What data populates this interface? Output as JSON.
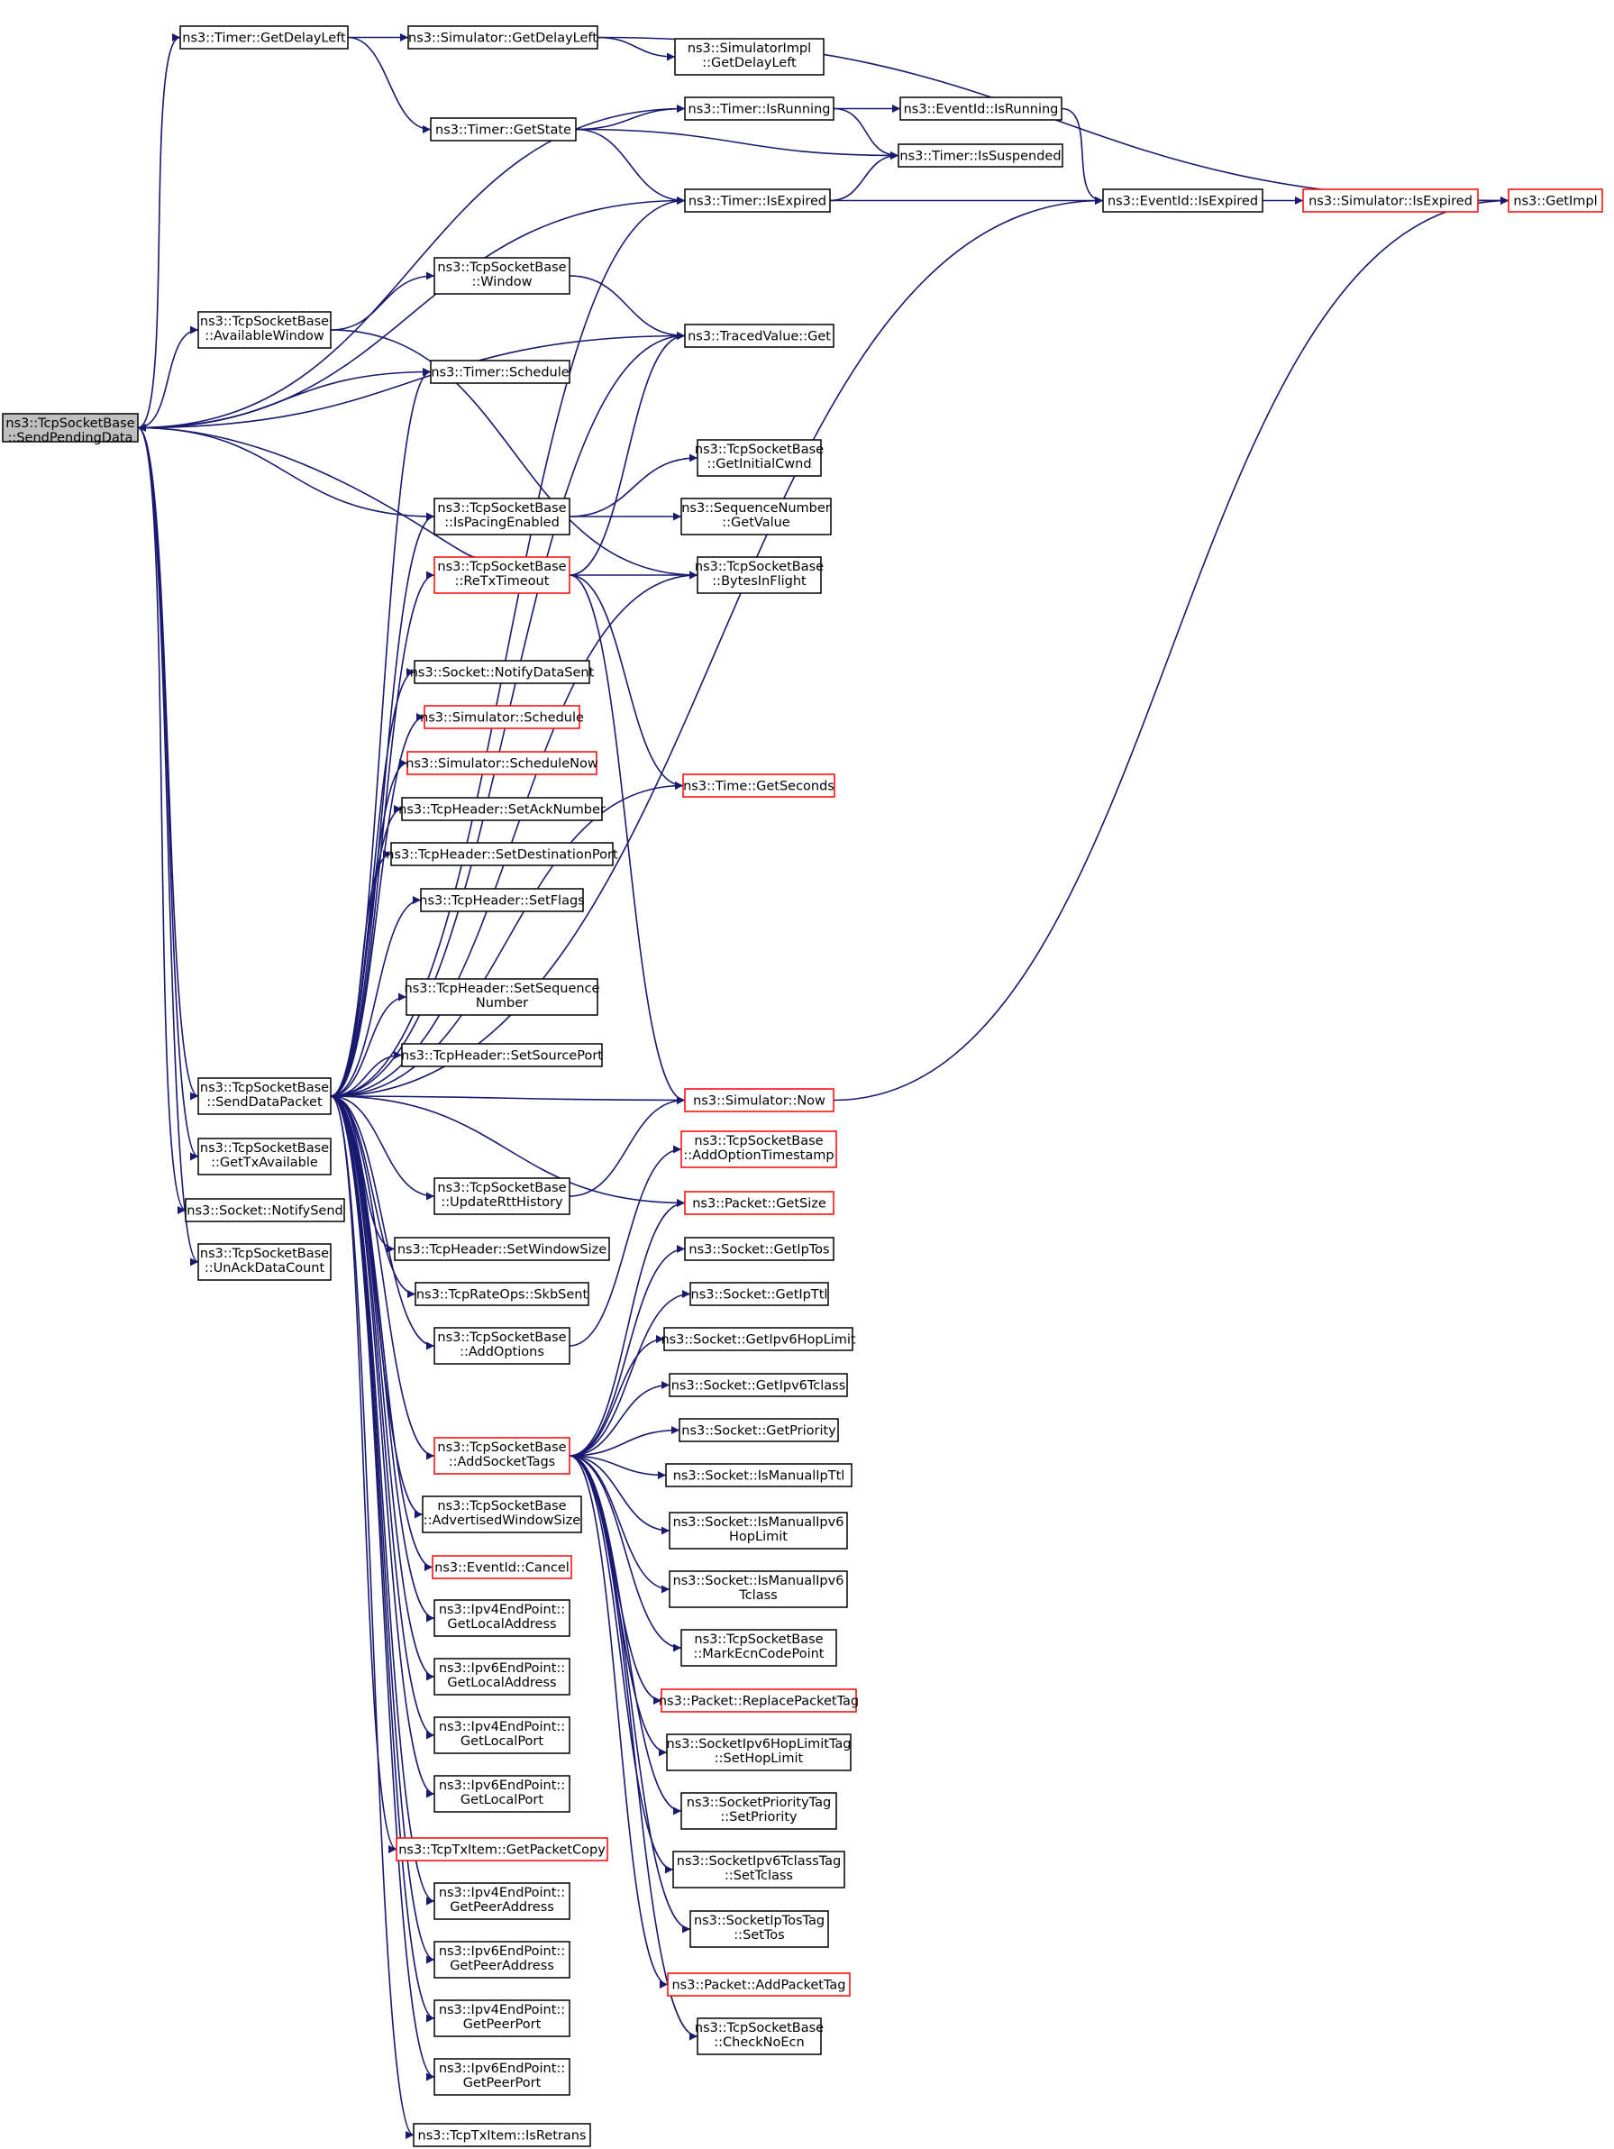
{
  "title": "Call graph of ns3::TcpSocketBase::SendPendingData",
  "colors": {
    "edge": "#191970",
    "node_border": "#000000",
    "truncated_border": "#ff0000",
    "root_fill": "#bfbfbf"
  },
  "nodes": [
    {
      "id": "send_pending",
      "l1": "ns3::TcpSocketBase",
      "l2": "::SendPendingData",
      "root": true,
      "truncated": false
    },
    {
      "id": "timer_getdelayleft",
      "l1": "ns3::Timer::GetDelayLeft",
      "l2": "",
      "truncated": false
    },
    {
      "id": "sim_getdelayleft",
      "l1": "ns3::Simulator::GetDelayLeft",
      "l2": "",
      "truncated": false
    },
    {
      "id": "simimpl_getdelayleft",
      "l1": "ns3::SimulatorImpl",
      "l2": "::GetDelayLeft",
      "truncated": false
    },
    {
      "id": "timer_getstate",
      "l1": "ns3::Timer::GetState",
      "l2": "",
      "truncated": false
    },
    {
      "id": "timer_isrunning",
      "l1": "ns3::Timer::IsRunning",
      "l2": "",
      "truncated": false
    },
    {
      "id": "eventid_isrunning",
      "l1": "ns3::EventId::IsRunning",
      "l2": "",
      "truncated": false
    },
    {
      "id": "timer_issuspended",
      "l1": "ns3::Timer::IsSuspended",
      "l2": "",
      "truncated": false
    },
    {
      "id": "timer_isexpired",
      "l1": "ns3::Timer::IsExpired",
      "l2": "",
      "truncated": false
    },
    {
      "id": "eventid_isexpired",
      "l1": "ns3::EventId::IsExpired",
      "l2": "",
      "truncated": false
    },
    {
      "id": "sim_isexpired",
      "l1": "ns3::Simulator::IsExpired",
      "l2": "",
      "truncated": true
    },
    {
      "id": "getimpl",
      "l1": "ns3::GetImpl",
      "l2": "",
      "truncated": true
    },
    {
      "id": "availablewindow",
      "l1": "ns3::TcpSocketBase",
      "l2": "::AvailableWindow",
      "truncated": false
    },
    {
      "id": "window",
      "l1": "ns3::TcpSocketBase",
      "l2": "::Window",
      "truncated": false
    },
    {
      "id": "tracedvalue_get",
      "l1": "ns3::TracedValue::Get",
      "l2": "",
      "truncated": false
    },
    {
      "id": "timer_schedule",
      "l1": "ns3::Timer::Schedule",
      "l2": "",
      "truncated": false
    },
    {
      "id": "getinitialcwnd",
      "l1": "ns3::TcpSocketBase",
      "l2": "::GetInitialCwnd",
      "truncated": false
    },
    {
      "id": "ispacingenabled",
      "l1": "ns3::TcpSocketBase",
      "l2": "::IsPacingEnabled",
      "truncated": false
    },
    {
      "id": "seqnum_getvalue",
      "l1": "ns3::SequenceNumber",
      "l2": "::GetValue",
      "truncated": false
    },
    {
      "id": "retxtimeout",
      "l1": "ns3::TcpSocketBase",
      "l2": "::ReTxTimeout",
      "truncated": true
    },
    {
      "id": "bytesinflight",
      "l1": "ns3::TcpSocketBase",
      "l2": "::BytesInFlight",
      "truncated": false
    },
    {
      "id": "notifydatasent",
      "l1": "ns3::Socket::NotifyDataSent",
      "l2": "",
      "truncated": false
    },
    {
      "id": "sim_schedule",
      "l1": "ns3::Simulator::Schedule",
      "l2": "",
      "truncated": true
    },
    {
      "id": "sim_schedulenow",
      "l1": "ns3::Simulator::ScheduleNow",
      "l2": "",
      "truncated": true
    },
    {
      "id": "time_getseconds",
      "l1": "ns3::Time::GetSeconds",
      "l2": "",
      "truncated": true
    },
    {
      "id": "setacknumber",
      "l1": "ns3::TcpHeader::SetAckNumber",
      "l2": "",
      "truncated": false
    },
    {
      "id": "setdestinationport",
      "l1": "ns3::TcpHeader::SetDestinationPort",
      "l2": "",
      "truncated": false
    },
    {
      "id": "setflags",
      "l1": "ns3::TcpHeader::SetFlags",
      "l2": "",
      "truncated": false
    },
    {
      "id": "setsequencenumber",
      "l1": "ns3::TcpHeader::SetSequence",
      "l2": "Number",
      "truncated": false
    },
    {
      "id": "setsourceport",
      "l1": "ns3::TcpHeader::SetSourcePort",
      "l2": "",
      "truncated": false
    },
    {
      "id": "senddatapacket",
      "l1": "ns3::TcpSocketBase",
      "l2": "::SendDataPacket",
      "truncated": false
    },
    {
      "id": "sim_now",
      "l1": "ns3::Simulator::Now",
      "l2": "",
      "truncated": true
    },
    {
      "id": "gettxavailable",
      "l1": "ns3::TcpSocketBase",
      "l2": "::GetTxAvailable",
      "truncated": false
    },
    {
      "id": "updaterttHistory",
      "l1": "ns3::TcpSocketBase",
      "l2": "::UpdateRttHistory",
      "truncated": false
    },
    {
      "id": "addoptiontimestamp",
      "l1": "ns3::TcpSocketBase",
      "l2": "::AddOptionTimestamp",
      "truncated": true
    },
    {
      "id": "notifysend",
      "l1": "ns3::Socket::NotifySend",
      "l2": "",
      "truncated": false
    },
    {
      "id": "packet_getsize",
      "l1": "ns3::Packet::GetSize",
      "l2": "",
      "truncated": true
    },
    {
      "id": "unackdatacount",
      "l1": "ns3::TcpSocketBase",
      "l2": "::UnAckDataCount",
      "truncated": false
    },
    {
      "id": "setwindowsize",
      "l1": "ns3::TcpHeader::SetWindowSize",
      "l2": "",
      "truncated": false
    },
    {
      "id": "getiptos",
      "l1": "ns3::Socket::GetIpTos",
      "l2": "",
      "truncated": false
    },
    {
      "id": "skbsent",
      "l1": "ns3::TcpRateOps::SkbSent",
      "l2": "",
      "truncated": false
    },
    {
      "id": "getipttl",
      "l1": "ns3::Socket::GetIpTtl",
      "l2": "",
      "truncated": false
    },
    {
      "id": "addoptions",
      "l1": "ns3::TcpSocketBase",
      "l2": "::AddOptions",
      "truncated": false
    },
    {
      "id": "getipv6hoplimit",
      "l1": "ns3::Socket::GetIpv6HopLimit",
      "l2": "",
      "truncated": false
    },
    {
      "id": "getipv6tclass",
      "l1": "ns3::Socket::GetIpv6Tclass",
      "l2": "",
      "truncated": false
    },
    {
      "id": "getpriority",
      "l1": "ns3::Socket::GetPriority",
      "l2": "",
      "truncated": false
    },
    {
      "id": "addsockettags",
      "l1": "ns3::TcpSocketBase",
      "l2": "::AddSocketTags",
      "truncated": true
    },
    {
      "id": "ismanualipttl",
      "l1": "ns3::Socket::IsManualIpTtl",
      "l2": "",
      "truncated": false
    },
    {
      "id": "advertisedwindowsize",
      "l1": "ns3::TcpSocketBase",
      "l2": "::AdvertisedWindowSize",
      "truncated": false
    },
    {
      "id": "ismanualipv6hoplimit",
      "l1": "ns3::Socket::IsManualIpv6",
      "l2": "HopLimit",
      "truncated": false
    },
    {
      "id": "eventid_cancel",
      "l1": "ns3::EventId::Cancel",
      "l2": "",
      "truncated": true
    },
    {
      "id": "ismanualipv6tclass",
      "l1": "ns3::Socket::IsManualIpv6",
      "l2": "Tclass",
      "truncated": false
    },
    {
      "id": "ipv4_getlocaladdress",
      "l1": "ns3::Ipv4EndPoint::",
      "l2": "GetLocalAddress",
      "truncated": false
    },
    {
      "id": "markecncodepoint",
      "l1": "ns3::TcpSocketBase",
      "l2": "::MarkEcnCodePoint",
      "truncated": false
    },
    {
      "id": "ipv6_getlocaladdress",
      "l1": "ns3::Ipv6EndPoint::",
      "l2": "GetLocalAddress",
      "truncated": false
    },
    {
      "id": "replacepackettag",
      "l1": "ns3::Packet::ReplacePacketTag",
      "l2": "",
      "truncated": true
    },
    {
      "id": "ipv4_getlocalport",
      "l1": "ns3::Ipv4EndPoint::",
      "l2": "GetLocalPort",
      "truncated": false
    },
    {
      "id": "sethoplimit",
      "l1": "ns3::SocketIpv6HopLimitTag",
      "l2": "::SetHopLimit",
      "truncated": false
    },
    {
      "id": "ipv6_getlocalport",
      "l1": "ns3::Ipv6EndPoint::",
      "l2": "GetLocalPort",
      "truncated": false
    },
    {
      "id": "setpriority",
      "l1": "ns3::SocketPriorityTag",
      "l2": "::SetPriority",
      "truncated": false
    },
    {
      "id": "getpacketcopy",
      "l1": "ns3::TcpTxItem::GetPacketCopy",
      "l2": "",
      "truncated": true
    },
    {
      "id": "settclass",
      "l1": "ns3::SocketIpv6TclassTag",
      "l2": "::SetTclass",
      "truncated": false
    },
    {
      "id": "ipv4_getpeeraddress",
      "l1": "ns3::Ipv4EndPoint::",
      "l2": "GetPeerAddress",
      "truncated": false
    },
    {
      "id": "settos",
      "l1": "ns3::SocketIpTosTag",
      "l2": "::SetTos",
      "truncated": false
    },
    {
      "id": "ipv6_getpeeraddress",
      "l1": "ns3::Ipv6EndPoint::",
      "l2": "GetPeerAddress",
      "truncated": false
    },
    {
      "id": "addpackettag",
      "l1": "ns3::Packet::AddPacketTag",
      "l2": "",
      "truncated": true
    },
    {
      "id": "ipv4_getpeerport",
      "l1": "ns3::Ipv4EndPoint::",
      "l2": "GetPeerPort",
      "truncated": false
    },
    {
      "id": "checknoecn",
      "l1": "ns3::TcpSocketBase",
      "l2": "::CheckNoEcn",
      "truncated": false
    },
    {
      "id": "ipv6_getpeerport",
      "l1": "ns3::Ipv6EndPoint::",
      "l2": "GetPeerPort",
      "truncated": false
    },
    {
      "id": "isretrans",
      "l1": "ns3::TcpTxItem::IsRetrans",
      "l2": "",
      "truncated": false
    }
  ],
  "edges": [
    [
      "send_pending",
      "timer_getdelayleft"
    ],
    [
      "send_pending",
      "timer_isrunning"
    ],
    [
      "send_pending",
      "timer_isexpired"
    ],
    [
      "send_pending",
      "tracedvalue_get"
    ],
    [
      "send_pending",
      "availablewindow"
    ],
    [
      "send_pending",
      "timer_schedule"
    ],
    [
      "send_pending",
      "ispacingenabled"
    ],
    [
      "send_pending",
      "senddatapacket"
    ],
    [
      "send_pending",
      "gettxavailable"
    ],
    [
      "send_pending",
      "notifysend"
    ],
    [
      "send_pending",
      "unackdatacount"
    ],
    [
      "timer_getdelayleft",
      "sim_getdelayleft"
    ],
    [
      "timer_getdelayleft",
      "timer_getstate"
    ],
    [
      "sim_getdelayleft",
      "simimpl_getdelayleft"
    ],
    [
      "sim_getdelayleft",
      "getimpl"
    ],
    [
      "timer_getstate",
      "timer_isrunning"
    ],
    [
      "timer_getstate",
      "timer_issuspended"
    ],
    [
      "timer_getstate",
      "timer_isexpired"
    ],
    [
      "timer_isrunning",
      "eventid_isrunning"
    ],
    [
      "timer_isrunning",
      "timer_issuspended"
    ],
    [
      "eventid_isrunning",
      "eventid_isexpired"
    ],
    [
      "timer_isexpired",
      "timer_issuspended"
    ],
    [
      "timer_isexpired",
      "eventid_isexpired"
    ],
    [
      "eventid_isexpired",
      "sim_isexpired"
    ],
    [
      "sim_isexpired",
      "getimpl"
    ],
    [
      "availablewindow",
      "window"
    ],
    [
      "availablewindow",
      "bytesinflight"
    ],
    [
      "window",
      "tracedvalue_get"
    ],
    [
      "ispacingenabled",
      "getinitialcwnd"
    ],
    [
      "ispacingenabled",
      "seqnum_getvalue"
    ],
    [
      "retxtimeout",
      "send_pending"
    ],
    [
      "retxtimeout",
      "tracedvalue_get"
    ],
    [
      "retxtimeout",
      "bytesinflight"
    ],
    [
      "retxtimeout",
      "time_getseconds"
    ],
    [
      "retxtimeout",
      "sim_now"
    ],
    [
      "senddatapacket",
      "timer_isexpired"
    ],
    [
      "senddatapacket",
      "tracedvalue_get"
    ],
    [
      "senddatapacket",
      "timer_schedule"
    ],
    [
      "senddatapacket",
      "ispacingenabled"
    ],
    [
      "senddatapacket",
      "retxtimeout"
    ],
    [
      "senddatapacket",
      "bytesinflight"
    ],
    [
      "senddatapacket",
      "notifydatasent"
    ],
    [
      "senddatapacket",
      "sim_schedule"
    ],
    [
      "senddatapacket",
      "sim_schedulenow"
    ],
    [
      "senddatapacket",
      "time_getseconds"
    ],
    [
      "senddatapacket",
      "setacknumber"
    ],
    [
      "senddatapacket",
      "setdestinationport"
    ],
    [
      "senddatapacket",
      "setflags"
    ],
    [
      "senddatapacket",
      "setsequencenumber"
    ],
    [
      "senddatapacket",
      "setsourceport"
    ],
    [
      "senddatapacket",
      "eventid_isexpired"
    ],
    [
      "senddatapacket",
      "sim_now"
    ],
    [
      "senddatapacket",
      "updaterttHistory"
    ],
    [
      "senddatapacket",
      "setwindowsize"
    ],
    [
      "senddatapacket",
      "skbsent"
    ],
    [
      "senddatapacket",
      "addoptions"
    ],
    [
      "senddatapacket",
      "packet_getsize"
    ],
    [
      "senddatapacket",
      "addsockettags"
    ],
    [
      "senddatapacket",
      "advertisedwindowsize"
    ],
    [
      "senddatapacket",
      "eventid_cancel"
    ],
    [
      "senddatapacket",
      "ipv4_getlocaladdress"
    ],
    [
      "senddatapacket",
      "ipv6_getlocaladdress"
    ],
    [
      "senddatapacket",
      "ipv4_getlocalport"
    ],
    [
      "senddatapacket",
      "ipv6_getlocalport"
    ],
    [
      "senddatapacket",
      "getpacketcopy"
    ],
    [
      "senddatapacket",
      "ipv4_getpeeraddress"
    ],
    [
      "senddatapacket",
      "ipv6_getpeeraddress"
    ],
    [
      "senddatapacket",
      "ipv4_getpeerport"
    ],
    [
      "senddatapacket",
      "ipv6_getpeerport"
    ],
    [
      "senddatapacket",
      "isretrans"
    ],
    [
      "updaterttHistory",
      "sim_now"
    ],
    [
      "addoptions",
      "addoptiontimestamp"
    ],
    [
      "sim_now",
      "getimpl"
    ],
    [
      "addsockettags",
      "packet_getsize"
    ],
    [
      "addsockettags",
      "getiptos"
    ],
    [
      "addsockettags",
      "getipttl"
    ],
    [
      "addsockettags",
      "getipv6hoplimit"
    ],
    [
      "addsockettags",
      "getipv6tclass"
    ],
    [
      "addsockettags",
      "getpriority"
    ],
    [
      "addsockettags",
      "ismanualipttl"
    ],
    [
      "addsockettags",
      "ismanualipv6hoplimit"
    ],
    [
      "addsockettags",
      "ismanualipv6tclass"
    ],
    [
      "addsockettags",
      "markecncodepoint"
    ],
    [
      "addsockettags",
      "replacepackettag"
    ],
    [
      "addsockettags",
      "sethoplimit"
    ],
    [
      "addsockettags",
      "setpriority"
    ],
    [
      "addsockettags",
      "settclass"
    ],
    [
      "addsockettags",
      "settos"
    ],
    [
      "addsockettags",
      "addpackettag"
    ],
    [
      "addsockettags",
      "checknoecn"
    ]
  ]
}
